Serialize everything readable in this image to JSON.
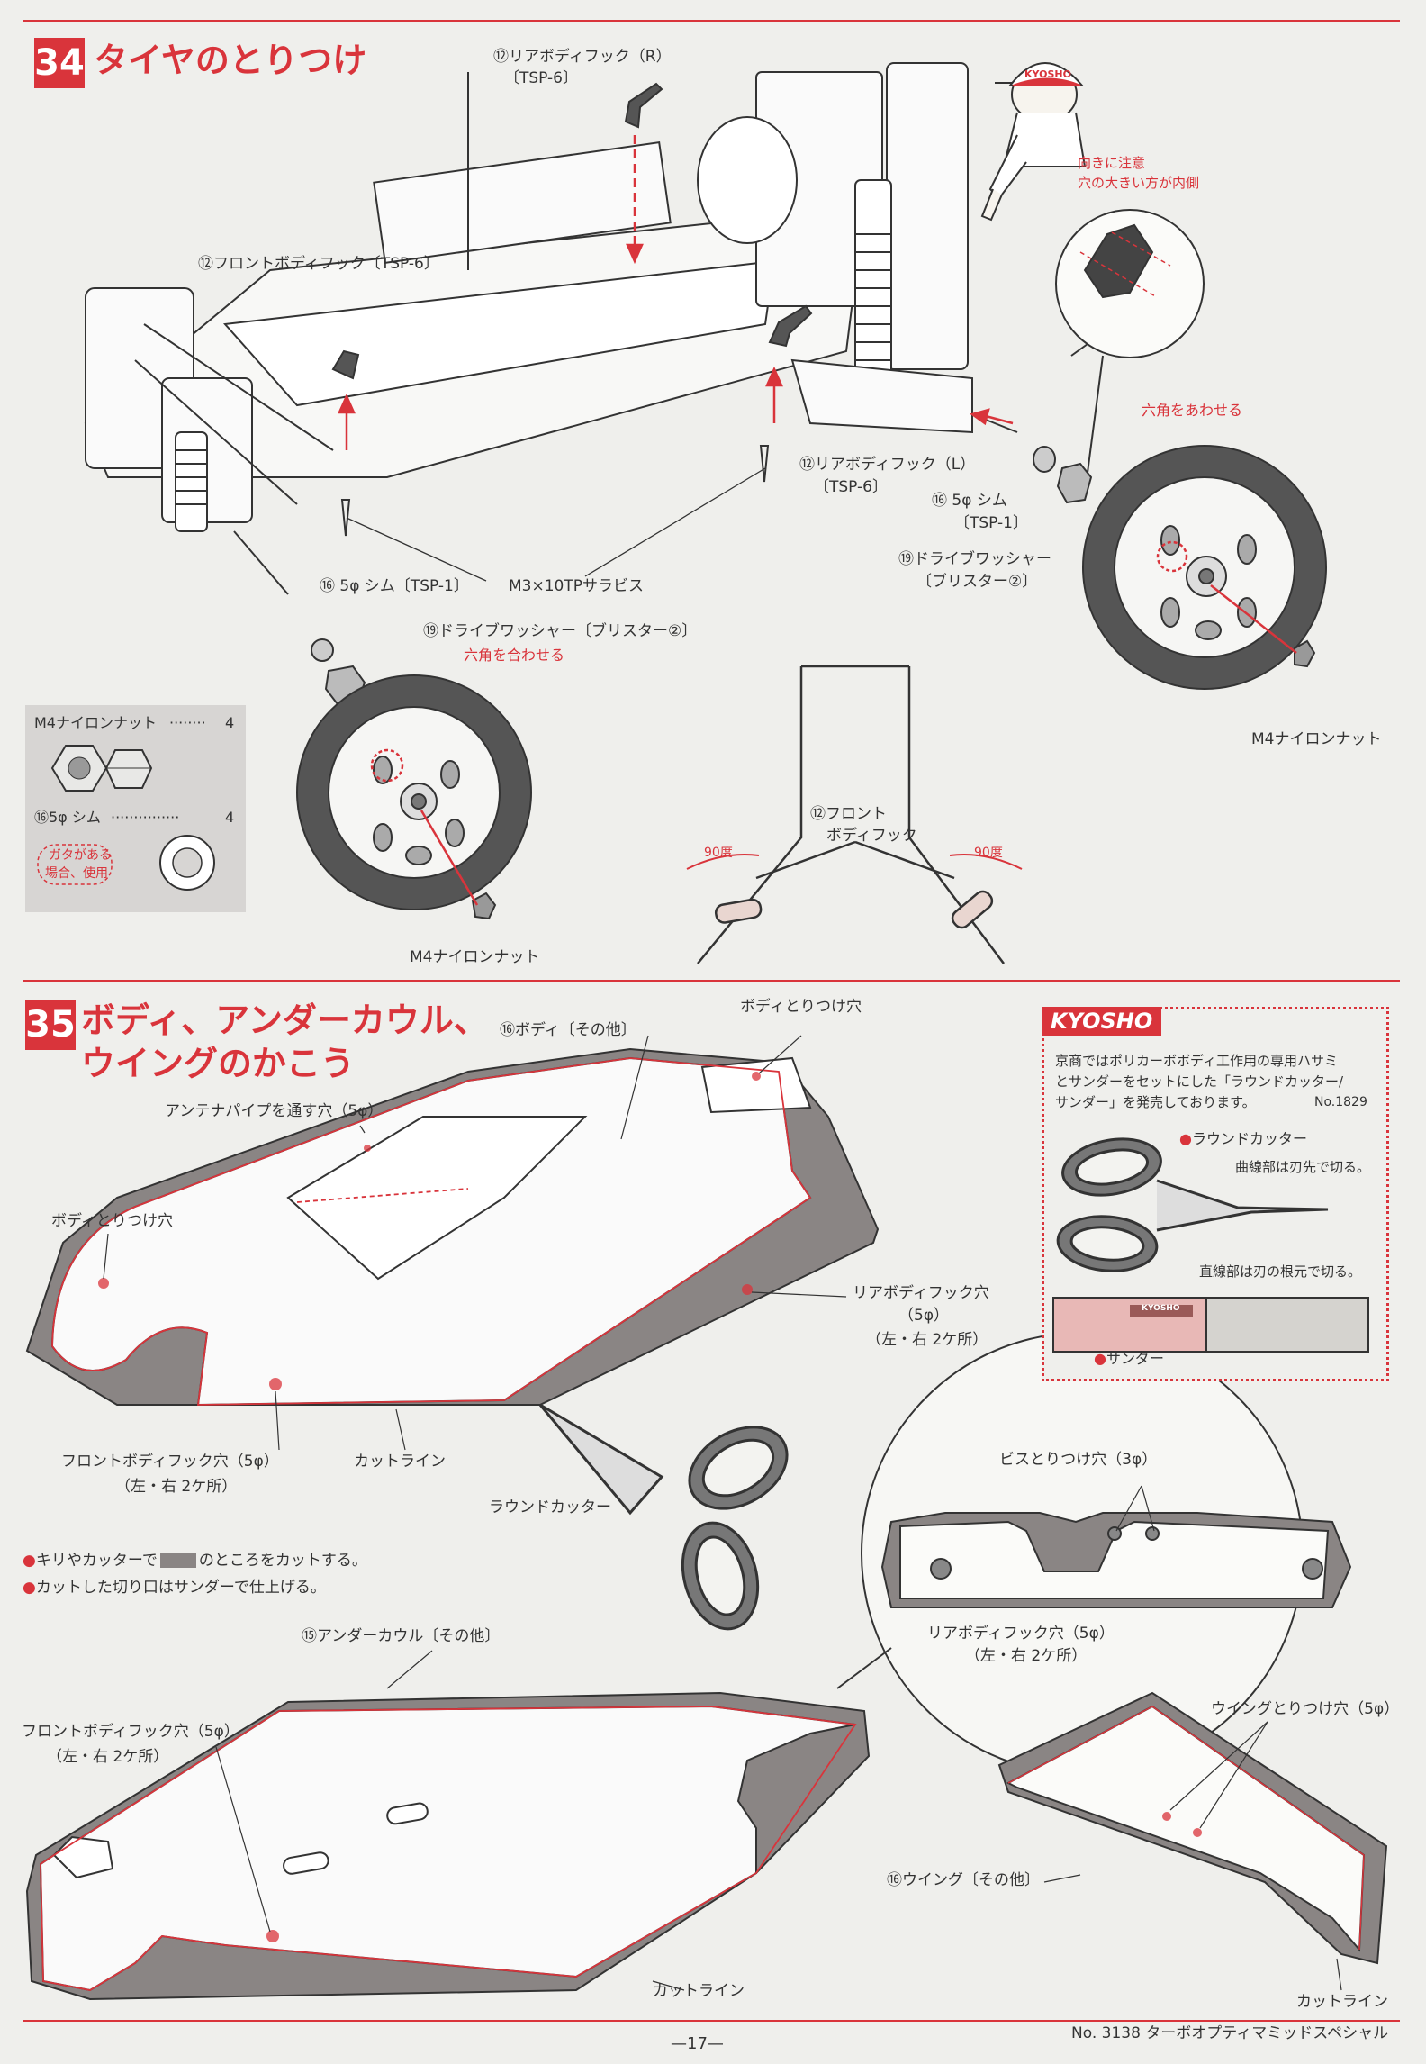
{
  "step34": {
    "number": "34",
    "title": "タイヤのとりつけ",
    "labels": {
      "rear_hook_r": "⑫リアボディフック（R）",
      "rear_hook_r_part": "〔TSP-6〕",
      "front_hook": "⑫フロントボディフック〔TSP-6〕",
      "rear_hook_l": "⑫リアボディフック（L）",
      "rear_hook_l_part": "〔TSP-6〕",
      "shim_right": "⑯ 5φ シム",
      "shim_right_part": "〔TSP-1〕",
      "drive_washer_right": "⑲ドライブワッシャー",
      "drive_washer_right_part": "〔ブリスター②〕",
      "hex_align_right": "六角をあわせる",
      "nut_right": "M4ナイロンナット",
      "shim_left": "⑯ 5φ シム〔TSP-1〕",
      "screw": "M3×10TPサラビス",
      "drive_washer_left": "⑲ドライブワッシャー〔ブリスター②〕",
      "hex_align_left": "六角を合わせる",
      "nut_left": "M4ナイロンナット",
      "caution_line1": "向きに注意",
      "caution_line2": "穴の大きい方が内側",
      "mascot_cap": "KYOSHO",
      "hook_detail_line1": "⑫フロント",
      "hook_detail_line2": "ボディフック",
      "angle_left": "90度",
      "angle_right": "90度"
    },
    "parts_box": {
      "nut_label": "M4ナイロンナット",
      "nut_qty": "4",
      "shim_label": "⑯5φ シム",
      "shim_qty": "4",
      "note_line1": "ガタがある",
      "note_line2": "場合、使用"
    }
  },
  "step35": {
    "number": "35",
    "title_line1": "ボディ、アンダーカウル、",
    "title_line2": "ウイングのかこう",
    "labels": {
      "body": "⑯ボディ〔その他〕",
      "body_mount_top": "ボディとりつけ穴",
      "antenna_hole": "アンテナパイプを通す穴（5φ）",
      "body_mount_left": "ボディとりつけ穴",
      "rear_hook_hole_line1": "リアボディフック穴",
      "rear_hook_hole_line2": "（5φ）",
      "rear_hook_hole_line3": "（左・右 2ケ所）",
      "front_hook_hole_line1": "フロントボディフック穴（5φ）",
      "front_hook_hole_line2": "（左・右 2ケ所）",
      "cut_line": "カットライン",
      "round_cutter": "ラウンドカッター",
      "note1": "キリやカッターで",
      "note1_tail": "のところをカットする。",
      "note2": "カットした切り口はサンダーで仕上げる。",
      "screw_holes": "ビスとりつけ穴（3φ）",
      "wing_rear_hook_line1": "リアボディフック穴（5φ）",
      "wing_rear_hook_line2": "（左・右 2ケ所）",
      "under_cowl": "⑮アンダーカウル〔その他〕",
      "uc_front_hook_line1": "フロントボディフック穴（5φ）",
      "uc_front_hook_line2": "（左・右 2ケ所）",
      "uc_cut_line": "カットライン",
      "wing_mount": "ウイングとりつけ穴（5φ）",
      "wing": "⑯ウイング〔その他〕",
      "wing_cut_line": "カットライン"
    },
    "kyosho_box": {
      "logo": "KYOSHO",
      "text_line1": "京商ではポリカーボボディ工作用の専用ハサミ",
      "text_line2": "とサンダーをセットにした「ラウンドカッター/",
      "text_line3": "サンダー」を発売しております。",
      "code": "No.1829",
      "cutter_title": "ラウンドカッター",
      "curve_note": "曲線部は刃先で切る。",
      "straight_note": "直線部は刃の根元で切る。",
      "sander_label": "サンダー",
      "sander_brand": "KYOSHO"
    }
  },
  "footer": {
    "page_number": "—17—",
    "product": "No. 3138 ターボオプティマミッドスペシャル"
  },
  "colors": {
    "accent": "#d9343b",
    "paper": "#efefec",
    "cut_area": "#8a8584"
  }
}
